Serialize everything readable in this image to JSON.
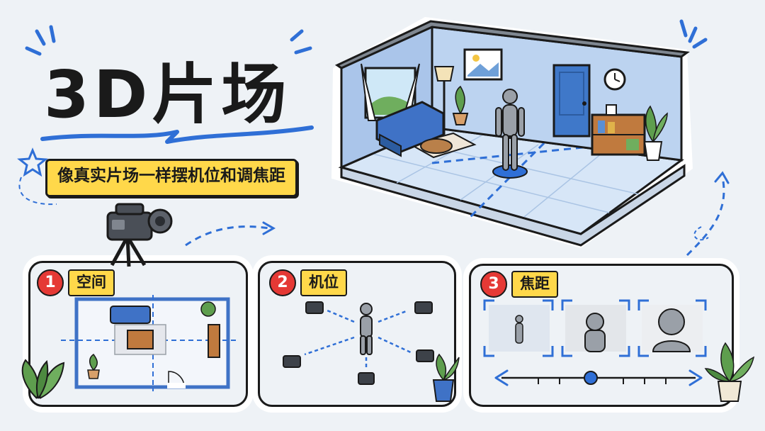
{
  "header": {
    "title": "3D片场",
    "subtitle": "像真实片场一样摆机位和调焦距"
  },
  "steps": [
    {
      "number": "1",
      "label": "空间"
    },
    {
      "number": "2",
      "label": "机位"
    },
    {
      "number": "3",
      "label": "焦距"
    }
  ],
  "icons": {
    "camera": "video-camera-icon",
    "star": "star-icon",
    "mannequin": "mannequin-icon",
    "plant": "plant-icon"
  },
  "colors": {
    "accent_blue": "#2f6fd6",
    "label_yellow": "#ffd84a",
    "badge_red": "#e53935",
    "room_wall": "#bcd3f0",
    "floor": "#d7e6f7"
  }
}
